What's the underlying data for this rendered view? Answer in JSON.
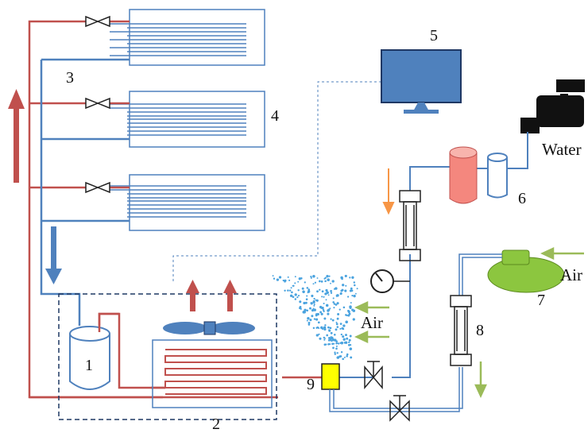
{
  "labels": {
    "n1": "1",
    "n2": "2",
    "n3": "3",
    "n4": "4",
    "n5": "5",
    "n6": "6",
    "n7": "7",
    "n8": "8",
    "n9": "9",
    "water": "Water",
    "air_inlet": "Air",
    "air_flow": "Air"
  },
  "colors": {
    "hot_line": "#c0504d",
    "cold_line": "#4f81bd",
    "air_arrow": "#9bbb59",
    "water_arrow": "#f79646",
    "monitor": "#4f81bd",
    "tank": "#f4877e",
    "compressor": "#8cc63f",
    "nozzle": "#ffff00",
    "spray": "#4aa3df",
    "tap": "#000000"
  },
  "icons": [
    "monitor-icon",
    "water-tap-icon",
    "filter-tank-icon",
    "air-compressor-icon",
    "flowmeter-icon",
    "pressure-gauge-icon",
    "valve-icon",
    "nozzle-icon",
    "fan-icon",
    "refrigerant-tank-icon",
    "spray-mist-icon"
  ]
}
